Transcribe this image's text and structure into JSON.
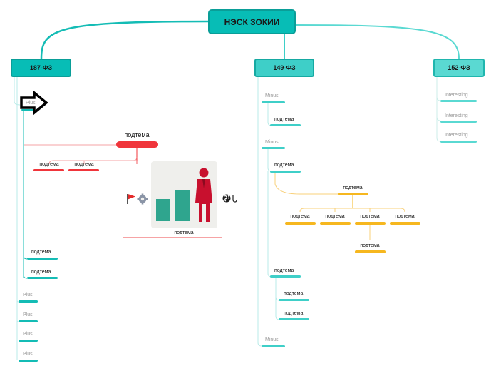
{
  "root": {
    "title": "НЭСК ЗОКИИ"
  },
  "branches": {
    "b187": {
      "title": "187-ФЗ",
      "plus_first": "Plus",
      "subtopic_main": "подтема",
      "sub_left": "подтема",
      "sub_right": "подтема",
      "image_caption": "подтема",
      "teal_items": [
        "подтема",
        "подтема"
      ],
      "plus_items": [
        "Plus",
        "Plus",
        "Plus",
        "Plus"
      ]
    },
    "b149": {
      "title": "149-ФЗ",
      "minus_1": "Minus",
      "minus_1_child": "подтема",
      "minus_2": "Minus",
      "minus_2_child": "подтема",
      "orange_parent": "подтема",
      "orange_items": [
        "подтема",
        "подтема",
        "подтема",
        "подтема"
      ],
      "orange_child": "подтема",
      "teal_parent": "подтема",
      "teal_children": [
        "подтема",
        "подтема"
      ],
      "minus_3": "Minus"
    },
    "b152": {
      "title": "152-ФЗ",
      "items": [
        "Interesting",
        "Interesting",
        "Interesting"
      ]
    }
  },
  "colors": {
    "teal_root": "#07bdb6",
    "teal_line": "#3fcfc8",
    "red": "#f0353b",
    "orange": "#f6b71f",
    "red_figure": "#c8102e",
    "bar_teal": "#2fa58e"
  },
  "icons": [
    "arrow-right-icon",
    "flag-icon",
    "gear-icon",
    "globe-icon",
    "hook-icon",
    "bar-chart-illustration",
    "person-figure-illustration"
  ]
}
